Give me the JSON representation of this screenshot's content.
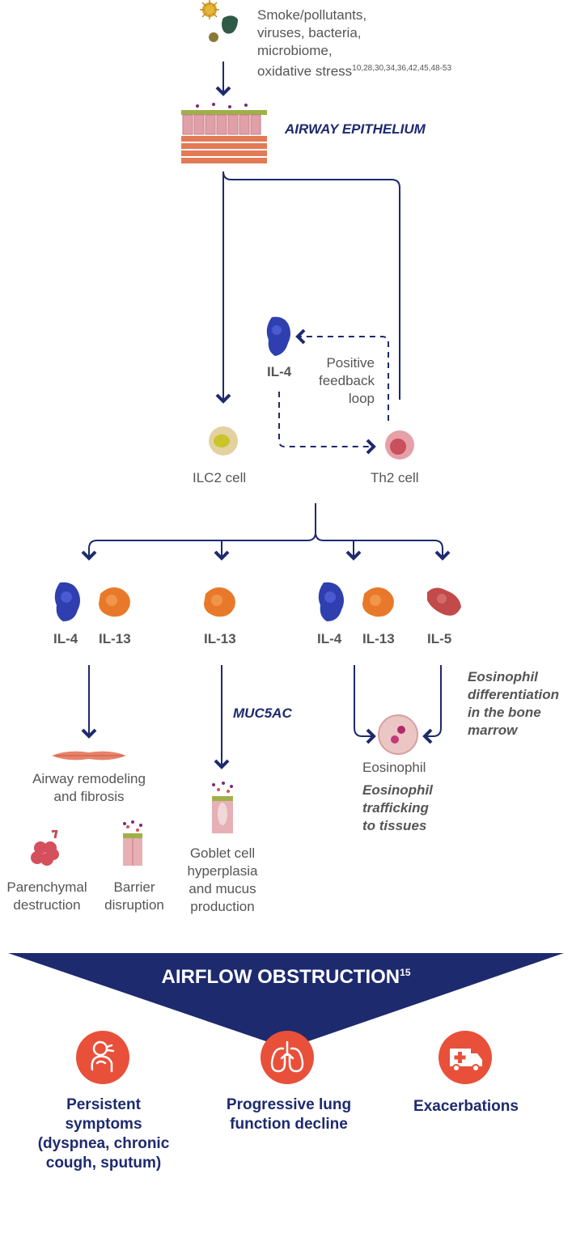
{
  "triggers": {
    "lines": [
      "Smoke/pollutants,",
      "viruses, bacteria,",
      "microbiome,",
      "oxidative stress"
    ],
    "refs": "10,28,30,34,36,42,45,48-53"
  },
  "epithelium": {
    "label": "AIRWAY EPITHELIUM"
  },
  "feedback": {
    "lines": [
      "Positive",
      "feedback",
      "loop"
    ],
    "il": "IL-4"
  },
  "cells": {
    "ilc2": "ILC2 cell",
    "th2": "Th2 cell"
  },
  "cytokines": {
    "g1": [
      "IL-4",
      "IL-13"
    ],
    "g2": [
      "IL-13"
    ],
    "g3": [
      "IL-4",
      "IL-13",
      "IL-5"
    ]
  },
  "effects": {
    "remodeling": [
      "Airway remodeling",
      "and fibrosis"
    ],
    "parenchymal": [
      "Parenchymal",
      "destruction"
    ],
    "barrier": [
      "Barrier",
      "disruption"
    ],
    "muc5ac": "MUC5AC",
    "goblet": [
      "Goblet cell",
      "hyperplasia",
      "and mucus",
      "production"
    ],
    "eosinophil": "Eosinophil",
    "trafficking": [
      "Eosinophil",
      "trafficking",
      "to tissues"
    ],
    "differentiation": [
      "Eosinophil",
      "differentiation",
      "in the bone",
      "marrow"
    ]
  },
  "obstruction": {
    "label": "AIRFLOW OBSTRUCTION",
    "ref": "15"
  },
  "outcomes": [
    {
      "icon": "person-coughing-icon",
      "lines": [
        "Persistent",
        "symptoms",
        "(dyspnea, chronic",
        "cough, sputum)"
      ]
    },
    {
      "icon": "lungs-icon",
      "lines": [
        "Progressive lung",
        "function decline"
      ]
    },
    {
      "icon": "ambulance-icon",
      "lines": [
        "Exacerbations"
      ]
    }
  ],
  "colors": {
    "navy": "#1d2a6e",
    "accent": "#e8503a",
    "il4": "#2f3fb0",
    "il13": "#e8792a",
    "il5": "#c24a4a"
  }
}
